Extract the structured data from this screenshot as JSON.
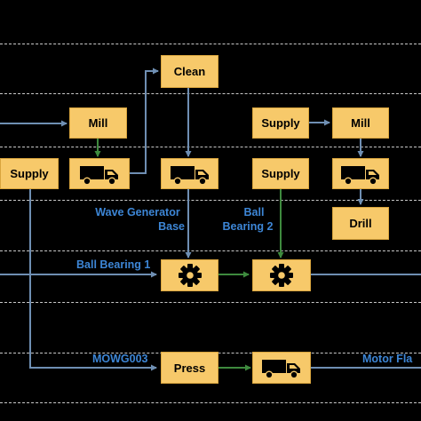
{
  "colors": {
    "background": "#000000",
    "node_fill": "#f7c96a",
    "node_border": "#d9a53e",
    "arrow_blue": "#6f8fb3",
    "arrow_green": "#3e8a3e",
    "label_blue": "#3d86d6",
    "lane_line": "#c9c9c9",
    "icon_dark": "#000000"
  },
  "nodes": {
    "clean": "Clean",
    "mill_left": "Mill",
    "supply_left": "Supply",
    "supply_top_right": "Supply",
    "mill_right": "Mill",
    "supply_middle": "Supply",
    "drill": "Drill",
    "press": "Press"
  },
  "icons": {
    "truck": "truck-icon",
    "gear": "gear-icon"
  },
  "labels": {
    "wave_generator_line1": "Wave Generator",
    "wave_generator_line2": "Base",
    "ball_bearing_2_line1": "Ball",
    "ball_bearing_2_line2": "Bearing 2",
    "ball_bearing_1": "Ball Bearing 1",
    "mowg003": "MOWG003",
    "motor_flange": "Motor Fla"
  }
}
